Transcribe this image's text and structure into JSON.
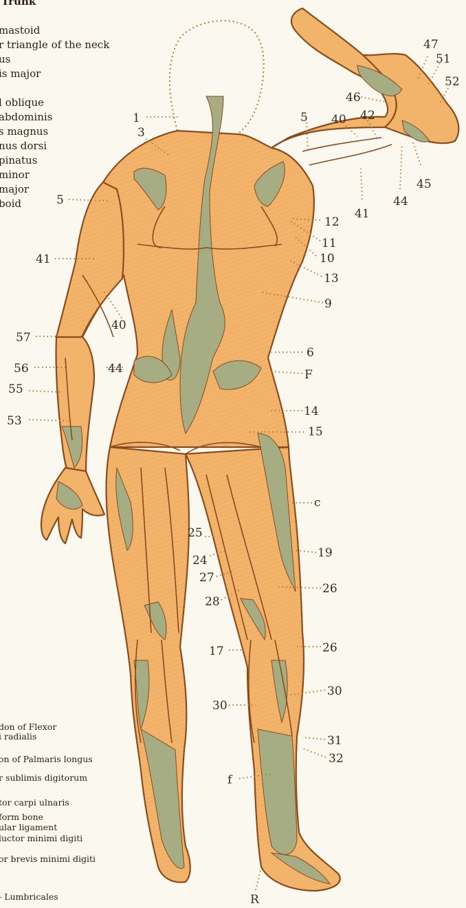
{
  "legend_top": {
    "title": "Trunk",
    "items": [
      "mastoid",
      "r triangle of the neck",
      "us",
      "is major",
      "l oblique",
      "abdominis",
      "s magnus",
      "nus dorsi",
      "pinatus",
      "minor",
      "major",
      "boid"
    ]
  },
  "legend_bottom": {
    "items": [
      "don of Flexor",
      "i radialis",
      "on of Palmaris longus",
      "r sublimis digitorum",
      "tor carpi ulnaris",
      "form bone",
      "ular ligament",
      "luctor minimi digiti",
      "or brevis minimi digiti",
      "- Lumbricales"
    ]
  },
  "labels": {
    "l1": "1",
    "l3": "3",
    "l5a": "5",
    "l5b": "5",
    "l40a": "40",
    "l42": "42",
    "l46": "46",
    "l47": "47",
    "l51": "51",
    "l52": "52",
    "l45": "45",
    "l44a": "44",
    "l41a": "41",
    "l12": "12",
    "l11": "11",
    "l10": "10",
    "l13": "13",
    "l9": "9",
    "l41b": "41",
    "l40b": "40",
    "l57": "57",
    "l56": "56",
    "l44b": "44",
    "l55": "55",
    "l53": "53",
    "l6": "6",
    "lF": "F",
    "l14": "14",
    "l15": "15",
    "lc": "c",
    "l25": "25",
    "l24": "24",
    "l27": "27",
    "l28": "28",
    "l19": "19",
    "l26a": "26",
    "l17": "17",
    "l26b": "26",
    "l30a": "30",
    "l30b": "30",
    "l31": "31",
    "l32": "32",
    "lf": "f",
    "lR": "R"
  },
  "colors": {
    "muscle": "#f2b36a",
    "tendon": "#a6ad83",
    "outline": "#8a4a1c",
    "leader": "#b9772c"
  }
}
